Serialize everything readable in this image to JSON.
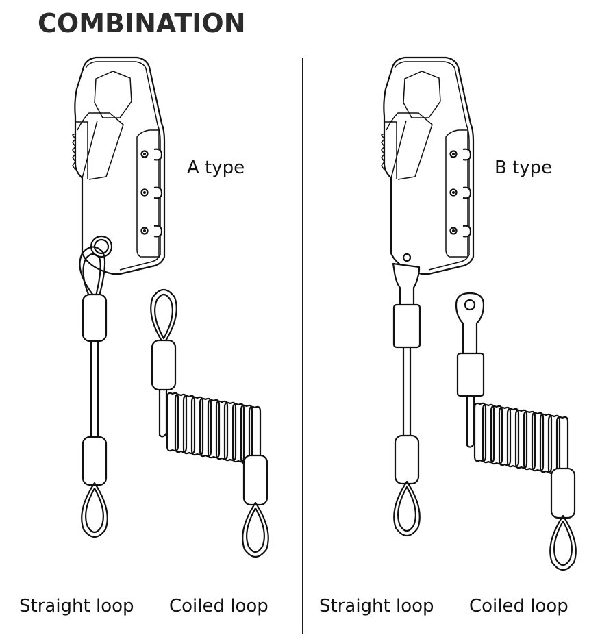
{
  "title": "COMBINATION",
  "panels": [
    {
      "type_label": "A type",
      "straight_label": "Straight loop",
      "coiled_label": "Coiled loop"
    },
    {
      "type_label": "B type",
      "straight_label": "Straight loop",
      "coiled_label": "Coiled loop"
    }
  ],
  "colors": {
    "line": "#111111",
    "background": "#ffffff",
    "title": "#2b2b2b"
  }
}
